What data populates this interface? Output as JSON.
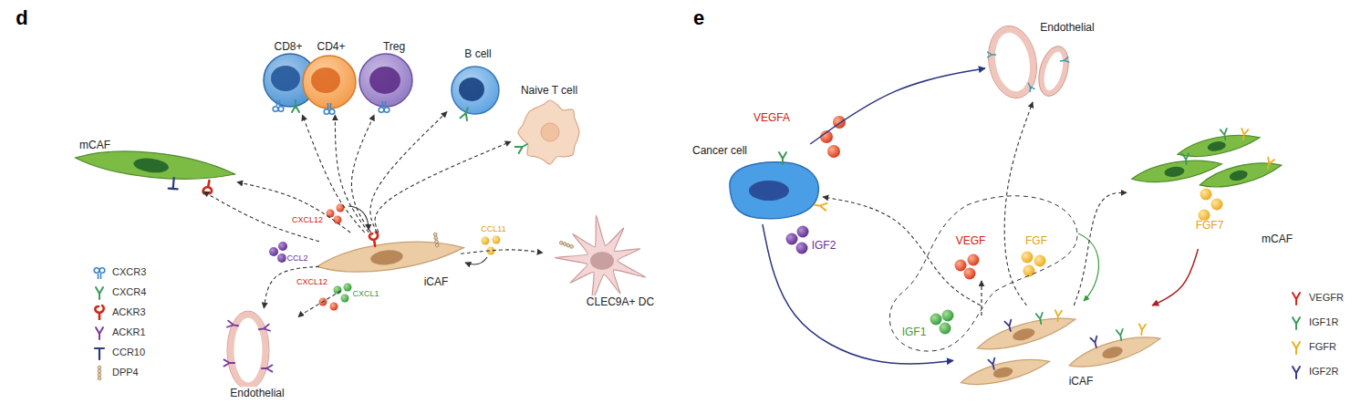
{
  "diagram": {
    "nodes": [
      {
        "text": [
          "CD8+"
        ]
      },
      {
        "text": [
          "CD4+"
        ]
      },
      {
        "text": [
          "Treg"
        ]
      },
      {
        "text": [
          "B cell"
        ]
      },
      {
        "text": [
          "Naive T cell"
        ]
      },
      {
        "text": [
          "mCAF"
        ]
      },
      {
        "text": [
          "iCAF"
        ]
      },
      {
        "text": [
          "CLEC9A+ DC"
        ]
      },
      {
        "text": [
          "Endothelial"
        ]
      },
      {
        "text": [
          "Endothelial"
        ]
      },
      {
        "text": [
          "Cancer cell"
        ]
      },
      {
        "text": [
          "mCAF"
        ]
      },
      {
        "text": [
          "iCAF"
        ]
      }
    ],
    "edges": [
      {
        "from": 6,
        "to": 0,
        "arrow": "to"
      },
      {
        "from": 6,
        "to": 1,
        "arrow": "to"
      },
      {
        "from": 6,
        "to": 2,
        "arrow": "to"
      },
      {
        "from": 6,
        "to": 3,
        "arrow": "to"
      },
      {
        "from": 6,
        "to": 4,
        "arrow": "to"
      },
      {
        "from": 6,
        "to": 5,
        "arrow": "to"
      },
      {
        "from": 6,
        "to": 5,
        "arrow": "to"
      },
      {
        "from": 6,
        "to": 8,
        "arrow": "to"
      },
      {
        "from": 6,
        "to": 8,
        "arrow": "to"
      },
      {
        "from": 6,
        "to": 7,
        "arrow": "to"
      },
      {
        "from": 10,
        "to": 9,
        "arrow": "to"
      },
      {
        "from": 10,
        "to": 12,
        "arrow": "to"
      },
      {
        "from": 11,
        "to": 12,
        "arrow": "to"
      },
      {
        "from": 12,
        "to": 9,
        "arrow": "to"
      },
      {
        "from": 12,
        "to": 10,
        "arrow": "to"
      },
      {
        "from": 12,
        "to": 11,
        "arrow": "to"
      }
    ],
    "labels": [
      "d",
      "CXCL12",
      "CCL2",
      "CCL11",
      "CXCL12",
      "CXCL1",
      "e",
      "VEGFA",
      "IGF2",
      "VEGF",
      "FGF",
      "IGF1",
      "FGF7"
    ],
    "legend": [
      {
        "text": "CXCR3"
      },
      {
        "text": "CXCR4"
      },
      {
        "text": "ACKR3"
      },
      {
        "text": "ACKR1"
      },
      {
        "text": "CCR10"
      },
      {
        "text": "DPP4"
      },
      {
        "text": "VEGFR"
      },
      {
        "text": "IGF1R"
      },
      {
        "text": "FGFR"
      },
      {
        "text": "IGF2R"
      }
    ]
  }
}
